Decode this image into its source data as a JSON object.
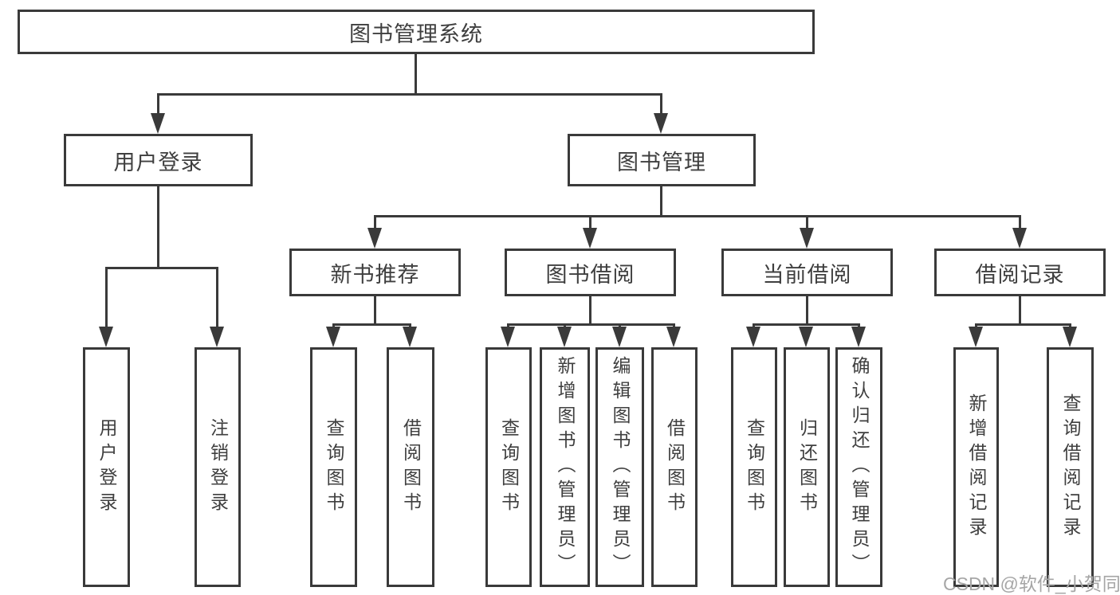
{
  "root": {
    "label": "图书管理系统"
  },
  "branches": [
    {
      "label": "用户登录",
      "leaves": [
        "用户登录",
        "注销登录"
      ]
    },
    {
      "label": "图书管理",
      "groups": [
        {
          "label": "新书推荐",
          "leaves": [
            "查询图书",
            "借阅图书"
          ]
        },
        {
          "label": "图书借阅",
          "leaves": [
            "查询图书",
            "新增图书（管理员）",
            "编辑图书（管理员）",
            "借阅图书"
          ]
        },
        {
          "label": "当前借阅",
          "leaves": [
            "查询图书",
            "归还图书",
            "确认归还（管理员）"
          ]
        },
        {
          "label": "借阅记录",
          "leaves": [
            "新增借阅记录",
            "查询借阅记录"
          ]
        }
      ]
    }
  ],
  "watermark": {
    "text": "CSDN @软件_小贺同学"
  },
  "colors": {
    "line": "#3a3a3a",
    "text": "#3f3f3f",
    "watermark": "#a6a6a6",
    "background": "#ffffff"
  }
}
